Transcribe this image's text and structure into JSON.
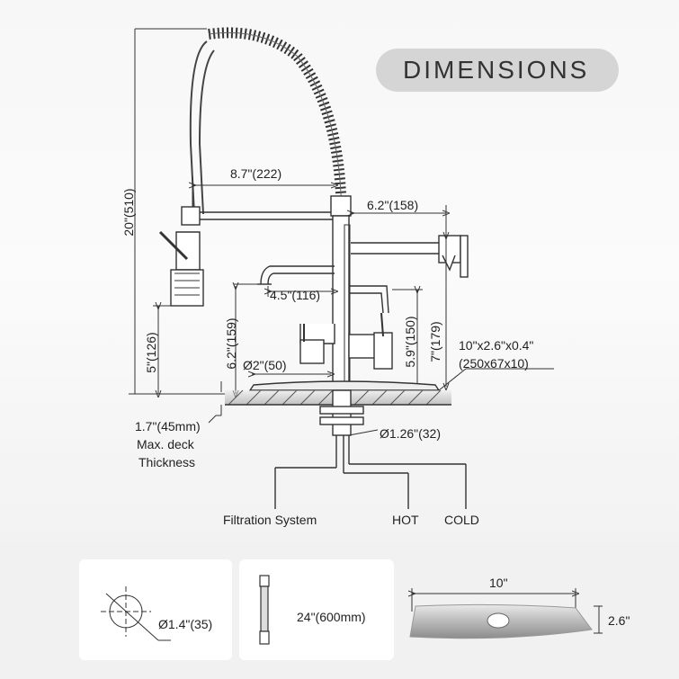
{
  "badge": {
    "title": "DIMENSIONS"
  },
  "faucet": {
    "total_height": "20\"(510)",
    "spout_reach": "8.7\"(222)",
    "filter_reach": "6.2\"(158)",
    "sprayer_height": "5\"(126)",
    "filter_spout_height": "6.2\"(159)",
    "filter_spout_reach": "4.5\"(116)",
    "base_diameter": "Ø2\"(50)",
    "handle_height": "5.9\"(150)",
    "body_height": "7\"(179)",
    "plate_size_in": "10\"x2.6\"x0.4\"",
    "plate_size_mm": "(250x67x10)",
    "deck_thickness_value": "1.7\"(45mm)",
    "deck_thickness_line1": "Max. deck",
    "deck_thickness_line2": "Thickness",
    "shank_diameter": "Ø1.26\"(32)",
    "pipe_filtration": "Filtration System",
    "pipe_hot": "HOT",
    "pipe_cold": "COLD"
  },
  "panels": {
    "hole_diameter": "Ø1.4\"(35)",
    "hose_length": "24\"(600mm)",
    "plate_length": "10\"",
    "plate_width": "2.6\""
  }
}
